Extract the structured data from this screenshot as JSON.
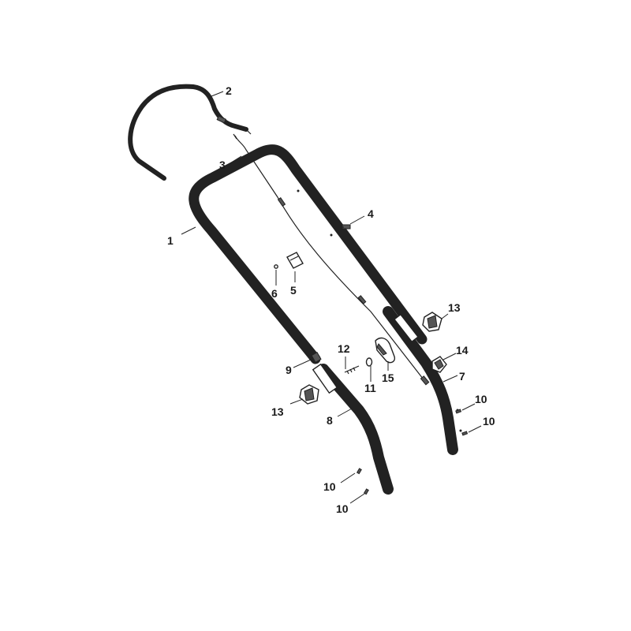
{
  "callouts": [
    {
      "id": "c1",
      "text": "1"
    },
    {
      "id": "c2",
      "text": "2"
    },
    {
      "id": "c3",
      "text": "3"
    },
    {
      "id": "c4",
      "text": "4"
    },
    {
      "id": "c5",
      "text": "5"
    },
    {
      "id": "c6",
      "text": "6"
    },
    {
      "id": "c7",
      "text": "7"
    },
    {
      "id": "c8",
      "text": "8"
    },
    {
      "id": "c9",
      "text": "9"
    },
    {
      "id": "c10a",
      "text": "10"
    },
    {
      "id": "c10b",
      "text": "10"
    },
    {
      "id": "c10c",
      "text": "10"
    },
    {
      "id": "c10d",
      "text": "10"
    },
    {
      "id": "c11",
      "text": "11"
    },
    {
      "id": "c12",
      "text": "12"
    },
    {
      "id": "c13a",
      "text": "13"
    },
    {
      "id": "c13b",
      "text": "13"
    },
    {
      "id": "c14",
      "text": "14"
    },
    {
      "id": "c15",
      "text": "15"
    }
  ]
}
